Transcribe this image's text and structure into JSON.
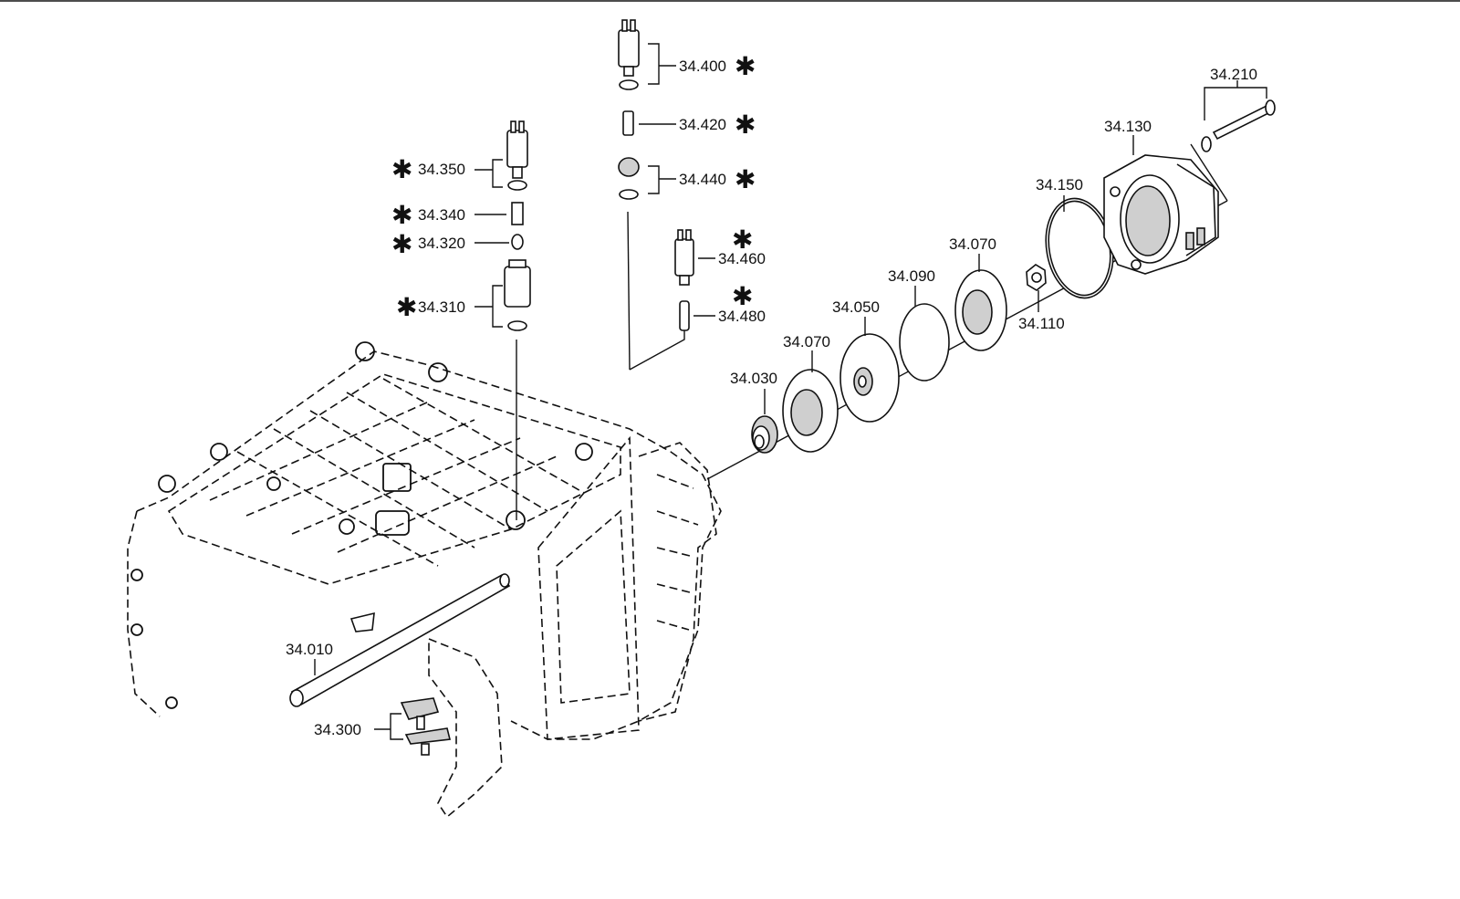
{
  "labels": {
    "p34010": "34.010",
    "p34030": "34.030",
    "p34050": "34.050",
    "p34070a": "34.070",
    "p34070b": "34.070",
    "p34090": "34.090",
    "p34110": "34.110",
    "p34130": "34.130",
    "p34150": "34.150",
    "p34210": "34.210",
    "p34300": "34.300",
    "p34310": "34.310",
    "p34320": "34.320",
    "p34340": "34.340",
    "p34350": "34.350",
    "p34400": "34.400",
    "p34420": "34.420",
    "p34440": "34.440",
    "p34460": "34.460",
    "p34480": "34.480"
  },
  "marker": "✱"
}
